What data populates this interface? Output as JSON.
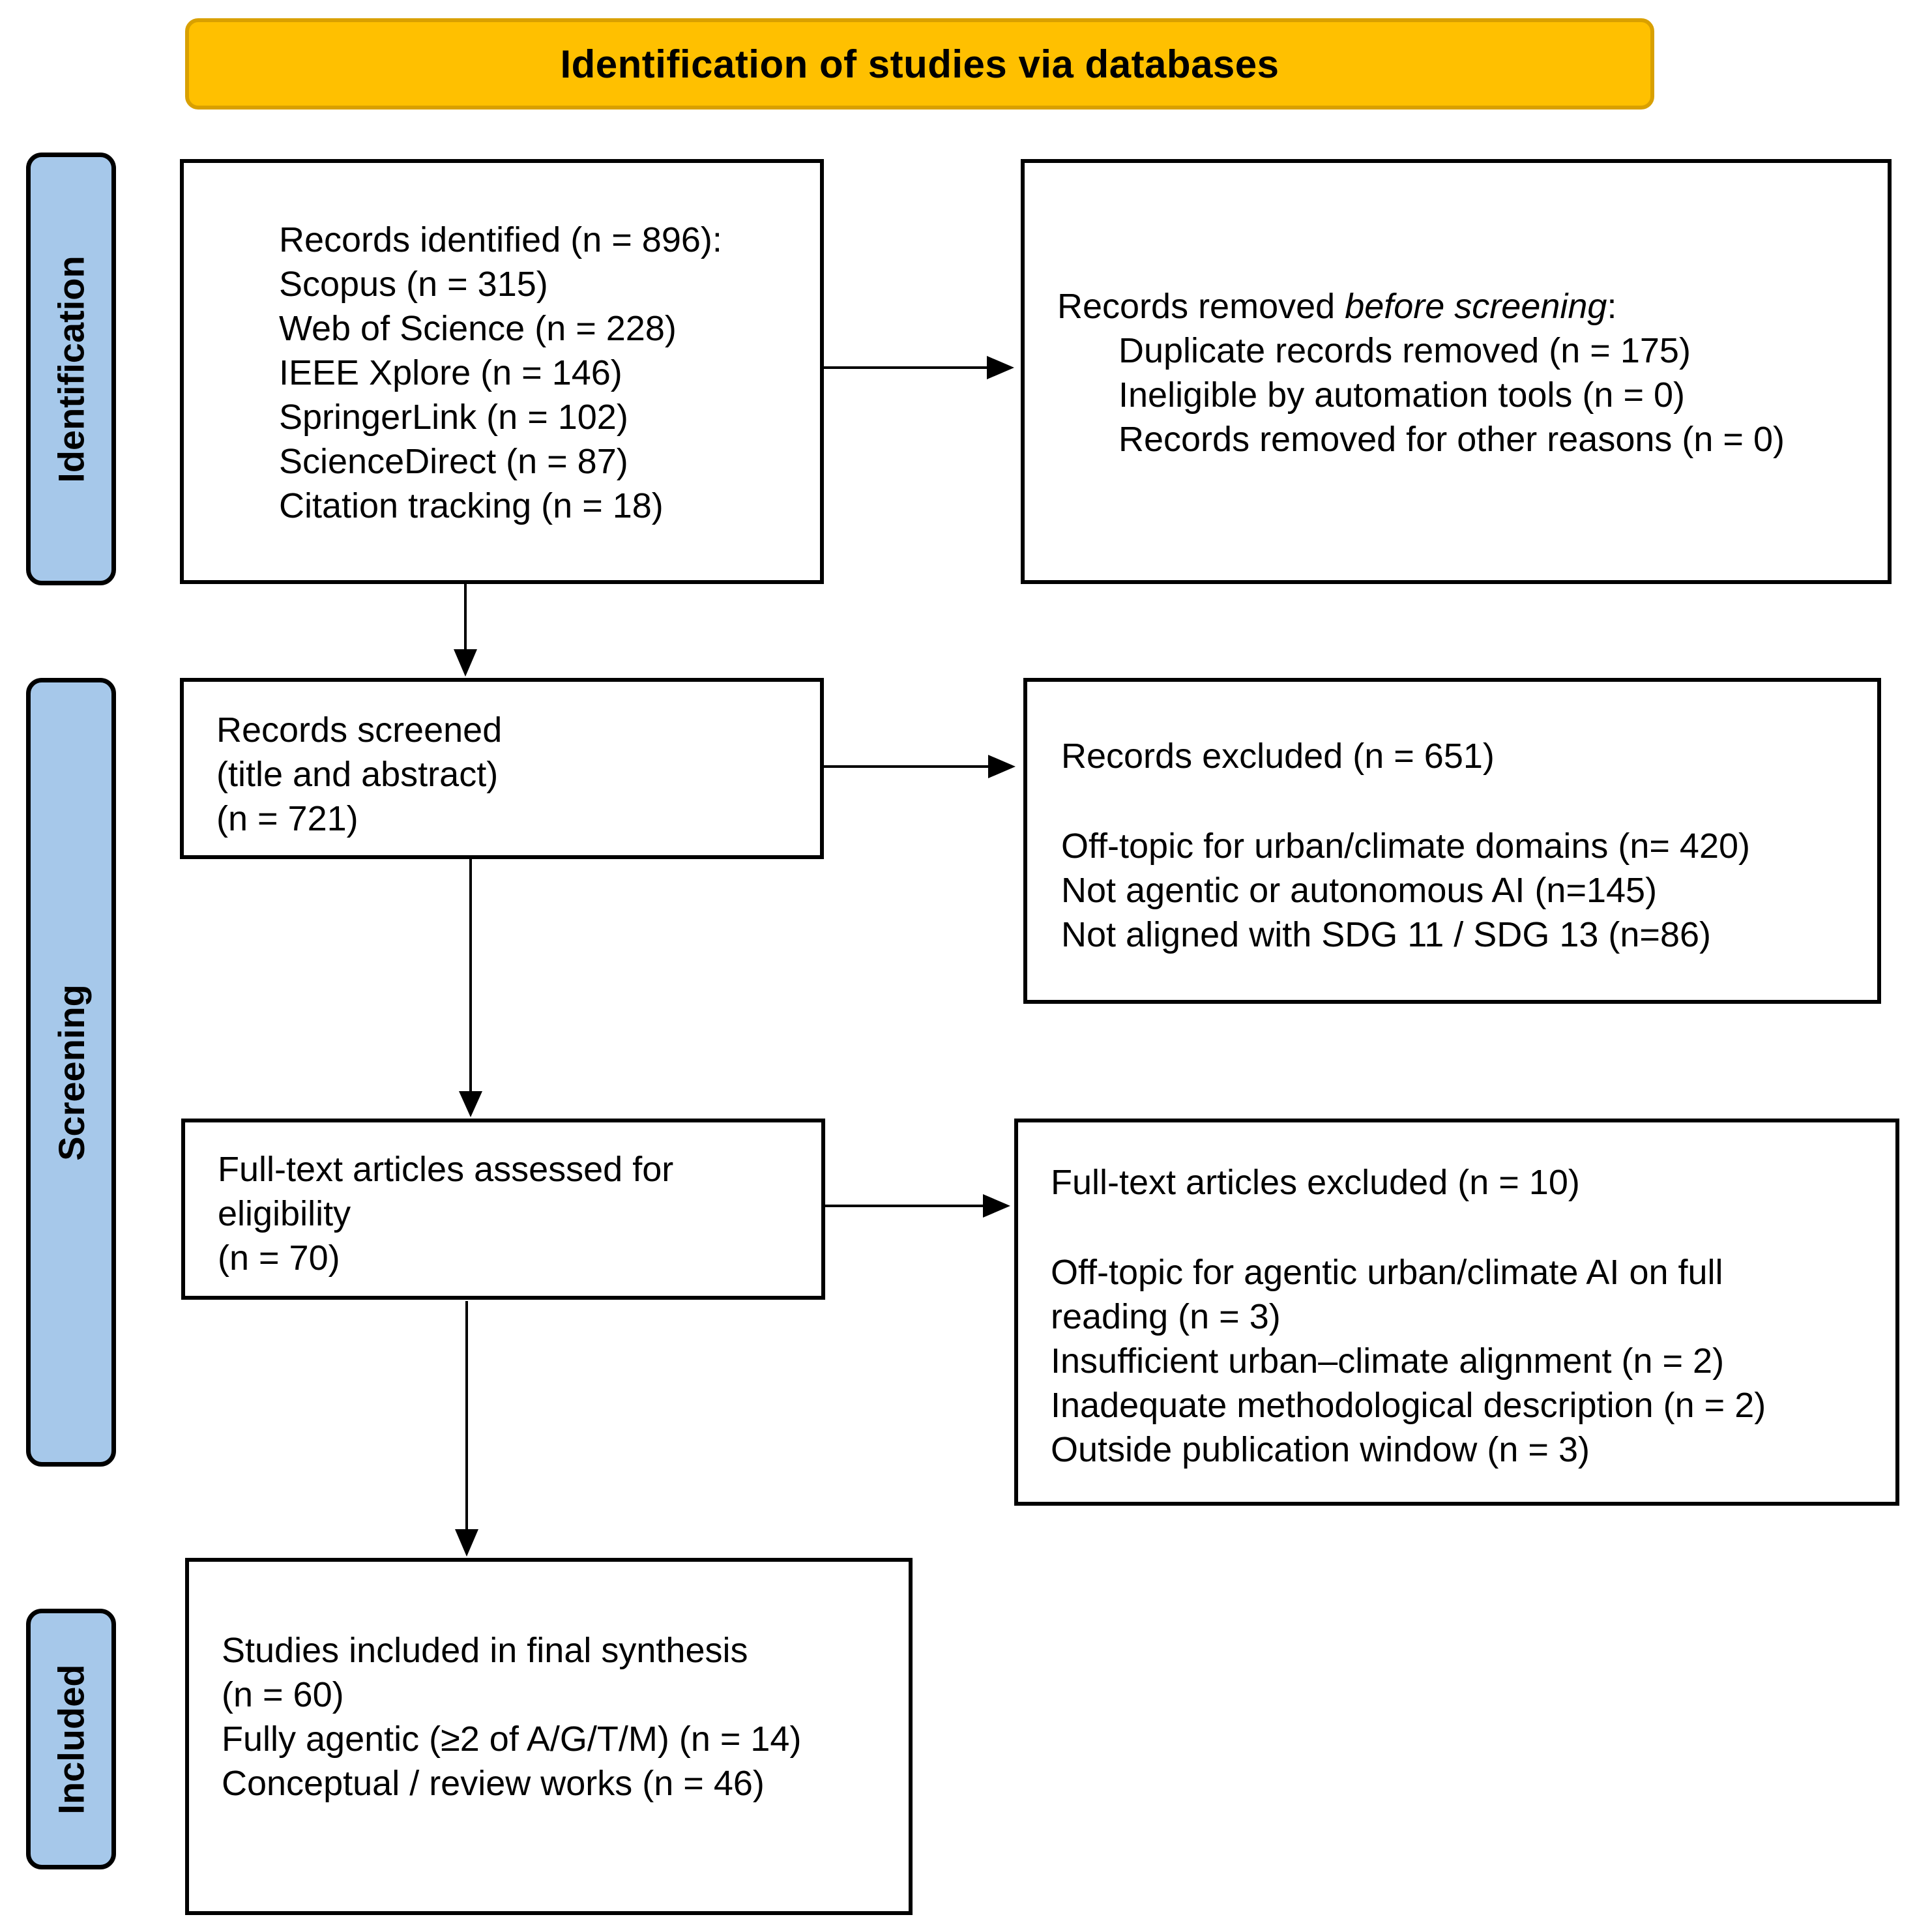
{
  "header": {
    "title": "Identification of studies via databases"
  },
  "colors": {
    "header_fill": "#FFC000",
    "phase_fill": "#A6C8EA",
    "box_border": "#000000"
  },
  "phases": {
    "identification": "Identification",
    "screening": "Screening",
    "included": "Included"
  },
  "identified": {
    "title": "Records identified (n = 896):",
    "sources": [
      "Scopus (n = 315)",
      "Web of Science (n = 228)",
      "IEEE Xplore (n = 146)",
      "SpringerLink (n = 102)",
      "ScienceDirect (n = 87)",
      "Citation tracking (n = 18)"
    ]
  },
  "removed": {
    "title_prefix": "Records removed ",
    "title_emphasis": "before screening",
    "title_suffix": ":",
    "items": [
      "Duplicate records removed (n = 175)",
      "Ineligible by automation tools (n = 0)",
      "Records removed for other reasons (n = 0)"
    ]
  },
  "screened": {
    "lines": [
      "Records screened",
      "(title and abstract)",
      "(n = 721)"
    ]
  },
  "excluded": {
    "title": "Records excluded (n = 651)",
    "reasons": [
      "Off-topic for urban/climate domains (n= 420)",
      "Not agentic or autonomous AI (n=145)",
      "Not aligned with SDG 11 / SDG 13 (n=86)"
    ]
  },
  "fulltext": {
    "lines": [
      "Full-text articles assessed for",
      "eligibility",
      "(n = 70)"
    ]
  },
  "fulltext_excluded": {
    "title": "Full-text articles excluded (n = 10)",
    "reasons": [
      "Off-topic for agentic urban/climate AI on full",
      "reading (n = 3)",
      "Insufficient urban–climate alignment (n = 2)",
      "Inadequate methodological description (n = 2)",
      "Outside publication window (n = 3)"
    ]
  },
  "included": {
    "lines": [
      "Studies included in final synthesis",
      "(n = 60)",
      "Fully agentic (≥2 of A/G/T/M) (n = 14)",
      "Conceptual / review works (n = 46)"
    ]
  }
}
